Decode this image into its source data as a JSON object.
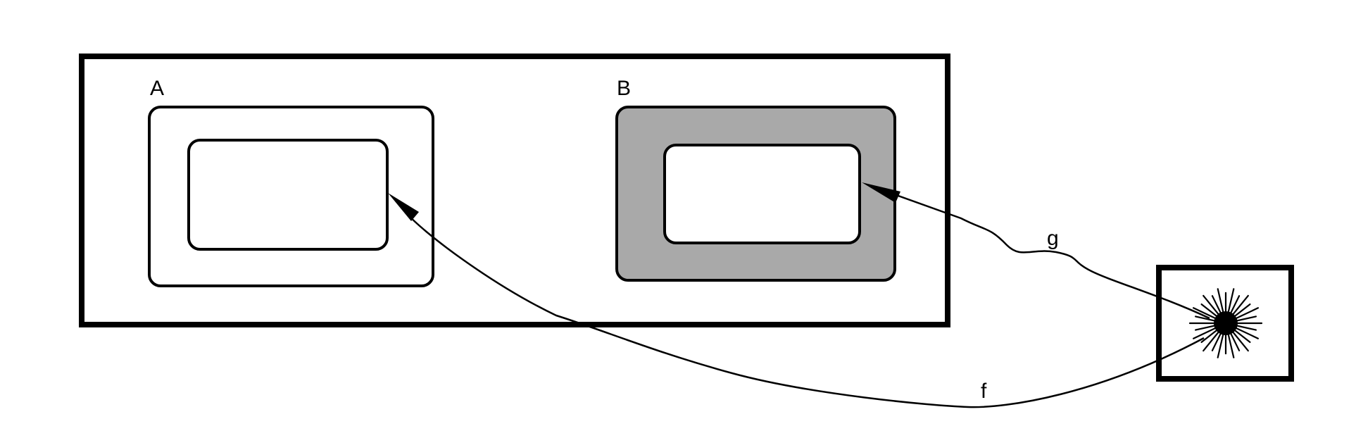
{
  "states": {
    "a": {
      "label": "A"
    },
    "b": {
      "label": "B"
    }
  },
  "transitions": {
    "f": {
      "label": "f"
    },
    "g": {
      "label": "g"
    }
  },
  "colors": {
    "stroke": "#000000",
    "background": "#ffffff",
    "state_b_fill": "#a9a9a9"
  },
  "icons": {
    "initial": "starburst-icon"
  }
}
